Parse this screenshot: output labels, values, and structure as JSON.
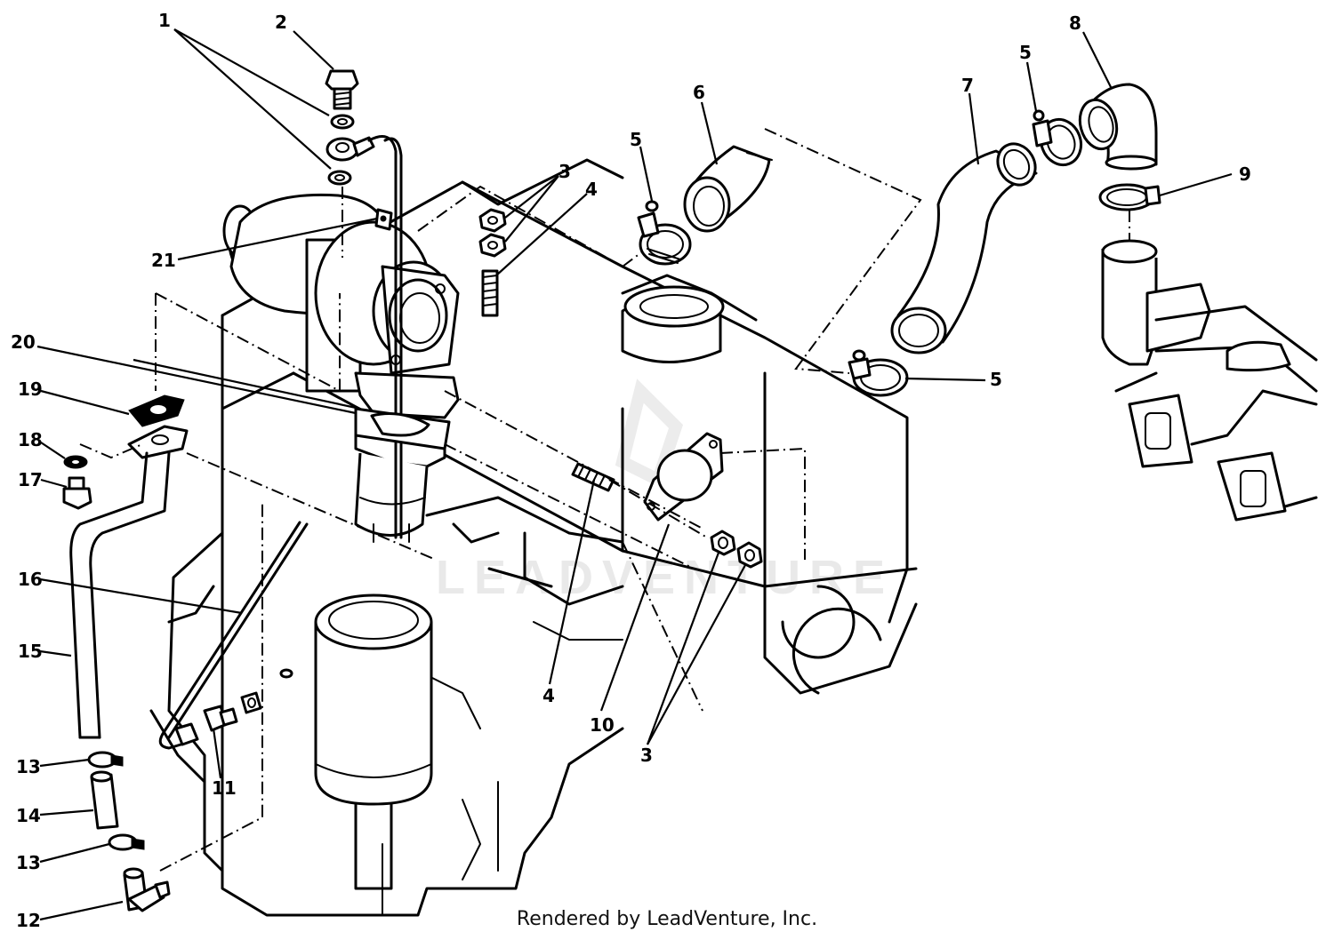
{
  "diagram": {
    "watermark": "LEADVENTURE",
    "footer": "Rendered by LeadVenture, Inc.",
    "callouts": {
      "c1": "1",
      "c2": "2",
      "c3a": "3",
      "c3b": "3",
      "c4a": "4",
      "c4b": "4",
      "c5a": "5",
      "c5b": "5",
      "c5c": "5",
      "c6": "6",
      "c7": "7",
      "c8": "8",
      "c9": "9",
      "c10": "10",
      "c11": "11",
      "c12": "12",
      "c13a": "13",
      "c13b": "13",
      "c14": "14",
      "c15": "15",
      "c16": "16",
      "c17": "17",
      "c18": "18",
      "c19": "19",
      "c20": "20",
      "c21": "21"
    }
  }
}
